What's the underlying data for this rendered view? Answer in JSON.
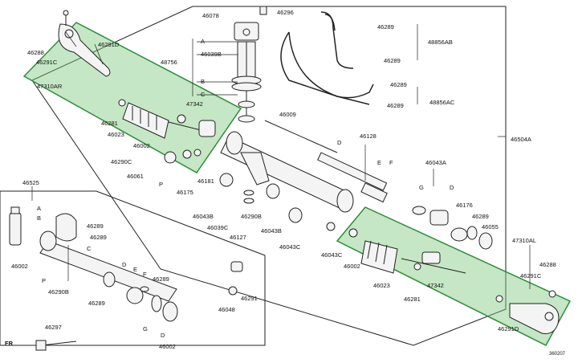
{
  "colors": {
    "highlight_fill": "#7fc97f",
    "highlight_stroke": "#2e8b3a",
    "line": "#222222",
    "part_fill": "#f4f4f4"
  },
  "labels": {
    "p46078": "46078",
    "p46296": "46296",
    "p46289_a": "46289",
    "p48856ab": "48856AB",
    "p46289_b": "46289",
    "p46289_c": "46289",
    "p46289_d": "46289",
    "p48856ac": "48856AC",
    "pA_top": "A",
    "p46039b_top": "46039B",
    "p48756": "48756",
    "pB_top": "B",
    "pC_top": "C",
    "p47342_left": "47342",
    "p46009": "46009",
    "p46288_left": "46288",
    "p46291d_left": "46291D",
    "p46291c_left": "46291C",
    "p47310ar": "47310AR",
    "p46281_left": "46281",
    "p46023_left": "46023",
    "p46002_left": "46002",
    "p46290c": "46290C",
    "p46061": "46061",
    "pP_left": "P",
    "p46175": "46175",
    "p46181": "46181",
    "p46128": "46128",
    "pD_mid": "D",
    "pE_mid": "E",
    "pF_mid": "F",
    "p46504a": "46504A",
    "p46043a": "46043A",
    "pG_right": "G",
    "pD_right": "D",
    "p46176": "46176",
    "p46289_right": "46289",
    "p46055": "46055",
    "p46043b_a": "46043B",
    "p46039c": "46039C",
    "p46127": "46127",
    "p46290b": "46290B",
    "p46043b_b": "46043B",
    "p46043c_a": "46043C",
    "p46043c_b": "46043C",
    "p46002_right": "46002",
    "p46023_right": "46023",
    "p47342_right": "47342",
    "p46281_right": "46281",
    "p47310al": "47310AL",
    "p46288_right": "46288",
    "p46291c_right": "46291C",
    "p46291d_right": "46291D",
    "p46525": "46525",
    "pA_box": "A",
    "pB_box": "B",
    "p46289_box1": "46289",
    "p46289_box2": "46289",
    "pC_box": "C",
    "p46002_box": "46002",
    "pP_box": "P",
    "p46290b_box": "46290B",
    "p46289_box3": "46289",
    "pD_box": "D",
    "pE_box": "E",
    "pF_box": "F",
    "p46289_box4": "46289",
    "p46048": "46048",
    "p46291_box": "46291",
    "pG_box": "G",
    "pD_box2": "D",
    "p46002_box2": "46002",
    "p46297": "46297",
    "fr": "FR",
    "code": "360207"
  }
}
